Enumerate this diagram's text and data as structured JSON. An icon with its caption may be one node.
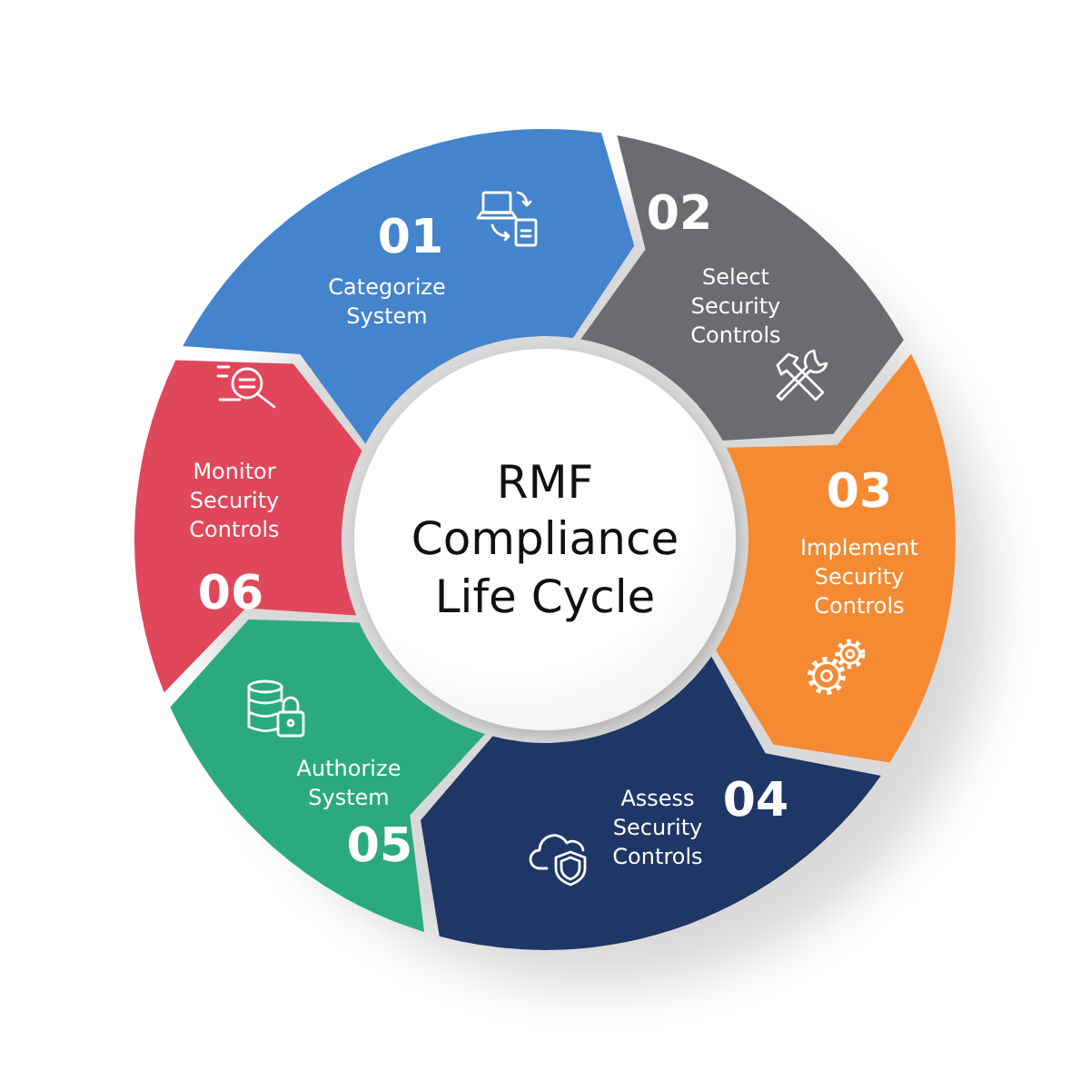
{
  "diagram": {
    "nodes": [
      {
        "text": [
          "RMF Compliance Life Cycle"
        ]
      },
      {
        "text": [
          "01",
          "Categorize System"
        ]
      },
      {
        "text": [
          "02",
          "Select Security Controls"
        ]
      },
      {
        "text": [
          "03",
          "Implement Security Controls"
        ]
      },
      {
        "text": [
          "Assess Security Controls",
          "04"
        ]
      },
      {
        "text": [
          "Authorize System",
          "05"
        ]
      },
      {
        "text": [
          "Monitor Security Controls",
          "06"
        ]
      }
    ]
  }
}
